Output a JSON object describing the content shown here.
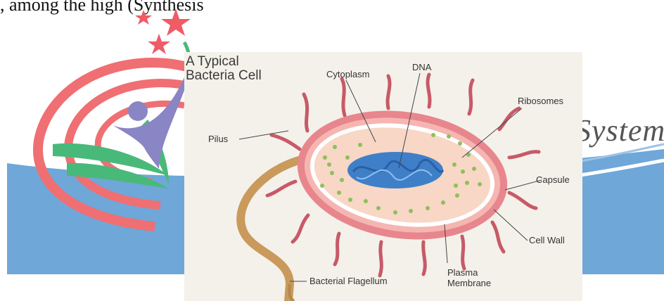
{
  "top_line_text": ", among the high (Synthesis",
  "logo": {
    "wordmark": "Systems",
    "colors": {
      "red": "#ef6f73",
      "blue": "#6fa7d9",
      "green": "#49b97a",
      "purple": "#8a85c4",
      "star": "#ef5b66"
    }
  },
  "diagram": {
    "title_line1": "A Typical",
    "title_line2": "Bacteria Cell",
    "labels": {
      "cytoplasm": "Cytoplasm",
      "dna": "DNA",
      "ribosomes": "Ribosomes",
      "pilus": "Pilus",
      "capsule": "Capsule",
      "cell_wall": "Cell Wall",
      "bacterial_flagellum": "Bacterial Flagellum",
      "plasma_membrane_line1": "Plasma",
      "plasma_membrane_line2": "Membrane"
    },
    "colors": {
      "background": "#f4f1ea",
      "capsule": "#e8868d",
      "cell_wall": "#f5b6b2",
      "membrane": "#ffffff",
      "cytoplasm": "#f8d7c6",
      "dna": "#3f7fc8",
      "ribosome": "#8fbf5a",
      "flagellum": "#c99a5b",
      "pili": "#c75a68"
    }
  }
}
